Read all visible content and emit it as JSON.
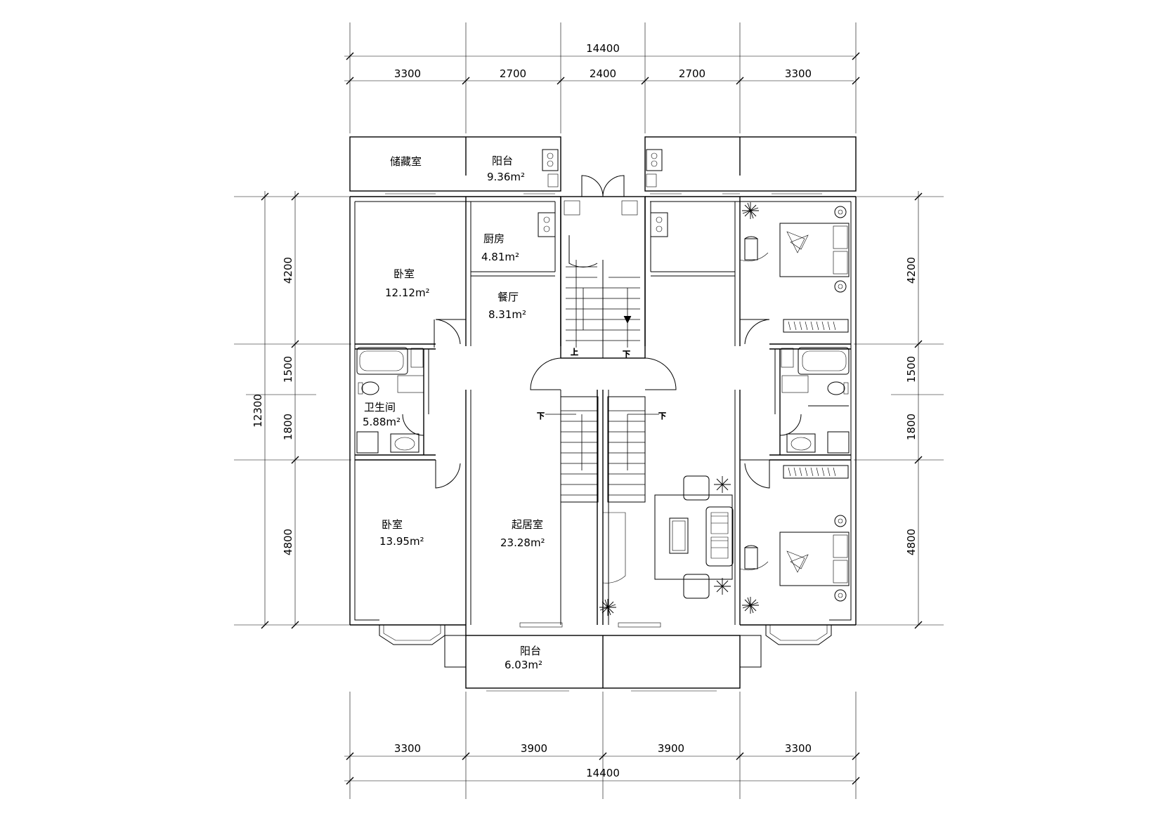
{
  "dimensions": {
    "top_total": "14400",
    "top_segments": [
      "3300",
      "2700",
      "2400",
      "2700",
      "3300"
    ],
    "bottom_segments": [
      "3300",
      "3900",
      "3900",
      "3300"
    ],
    "bottom_total": "14400",
    "left_total": "12300",
    "left_segments": [
      "4200",
      "1500",
      "1800",
      "4800"
    ],
    "right_segments": [
      "4200",
      "1500",
      "1800",
      "4800"
    ]
  },
  "rooms": {
    "storage": {
      "name": "储藏室"
    },
    "balcony_north": {
      "name": "阳台",
      "area": "9.36m²"
    },
    "kitchen": {
      "name": "厨房",
      "area": "4.81m²"
    },
    "bedroom_north": {
      "name": "卧室",
      "area": "12.12m²"
    },
    "dining": {
      "name": "餐厅",
      "area": "8.31m²"
    },
    "bathroom": {
      "name": "卫生间",
      "area": "5.88m²"
    },
    "bedroom_south": {
      "name": "卧室",
      "area": "13.95m²"
    },
    "living": {
      "name": "起居室",
      "area": "23.28m²"
    },
    "balcony_south": {
      "name": "阳台",
      "area": "6.03m²"
    }
  },
  "stair_labels": {
    "up": "上",
    "down": "下"
  }
}
